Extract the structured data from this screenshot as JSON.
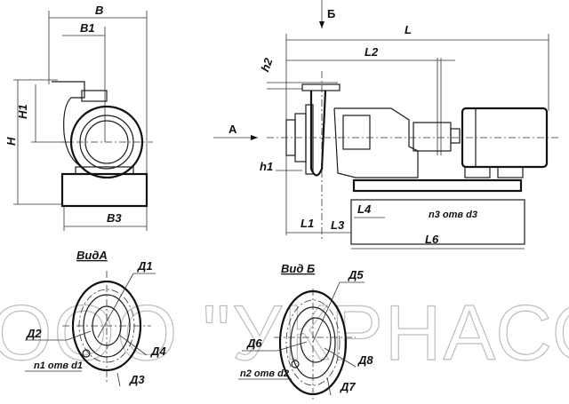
{
  "watermark": "ООО \"УКРНАСОС\"",
  "side_view": {
    "B": "B",
    "B1": "B1",
    "B3": "B3",
    "H": "H",
    "H1": "H1"
  },
  "front_view": {
    "L": "L",
    "L1": "L1",
    "L2": "L2",
    "L3": "L3",
    "L4": "L4",
    "L6": "L6",
    "h1": "h1",
    "h2": "h2",
    "holes": "n3 отв d3",
    "arrow_a": "A",
    "arrow_b": "Б"
  },
  "view_a": {
    "title": "ВидА",
    "D1": "Д1",
    "D2": "Д2",
    "D3": "Д3",
    "D4": "Д4",
    "holes": "n1 отв d1"
  },
  "view_b": {
    "title": "Вид Б",
    "D5": "Д5",
    "D6": "Д6",
    "D7": "Д7",
    "D8": "Д8",
    "holes": "n2 отв d2"
  }
}
